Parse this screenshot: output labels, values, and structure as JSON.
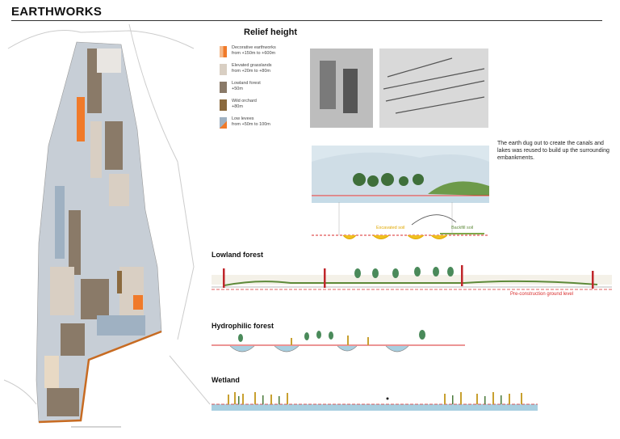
{
  "header": {
    "title": "EARTHWORKS"
  },
  "legend": {
    "title": "Relief height",
    "items": [
      {
        "line1": "Decorative earthworks",
        "line2": "from +150m to +600m",
        "color": "#f07a2a"
      },
      {
        "line1": "Elevated grasslands",
        "line2": "from +20m to +80m",
        "color": "#d9cfc3"
      },
      {
        "line1": "Lowland forest",
        "line2": "+50m",
        "color": "#8a7a68"
      },
      {
        "line1": "Wild orchard",
        "line2": "+80m",
        "color": "#8b6a3e"
      },
      {
        "line1": "Low levees",
        "line2": "from +50m to 100m",
        "color": "#9fb1c2"
      }
    ]
  },
  "caption": "The earth dug out to create the canals and lakes was reused to build up the surrounding embankments.",
  "soil": {
    "excavated": "Excavated soil",
    "backfill": "Backfill soil"
  },
  "sections": {
    "lowland": "Lowland forest",
    "hydrophilic": "Hydrophilic forest",
    "wetland": "Wetland"
  },
  "ground_level_label": "Pre-construction ground level",
  "colors": {
    "orange": "#f07a2a",
    "water": "#a8cfe0",
    "grass": "#7fa84a",
    "red_line": "#d92b2b"
  }
}
